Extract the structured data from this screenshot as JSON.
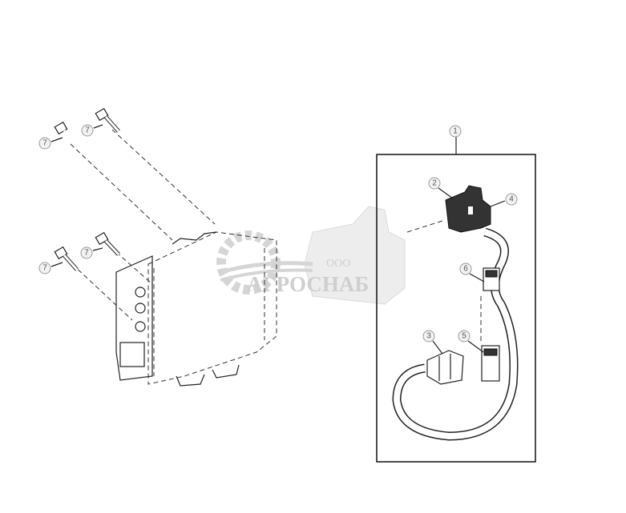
{
  "diagram": {
    "callouts": [
      {
        "id": "1",
        "label": "1"
      },
      {
        "id": "2",
        "label": "2"
      },
      {
        "id": "3",
        "label": "3"
      },
      {
        "id": "4",
        "label": "4"
      },
      {
        "id": "5",
        "label": "5"
      },
      {
        "id": "6",
        "label": "6"
      },
      {
        "id": "7a",
        "label": "7"
      },
      {
        "id": "7b",
        "label": "7"
      },
      {
        "id": "7c",
        "label": "7"
      },
      {
        "id": "7d",
        "label": "7"
      }
    ],
    "watermark": {
      "prefix": "ООО",
      "name": "АГРОСНАБ"
    },
    "colors": {
      "line": "#222222",
      "callout_fill": "#f2f2f2",
      "watermark": "#777777"
    }
  }
}
